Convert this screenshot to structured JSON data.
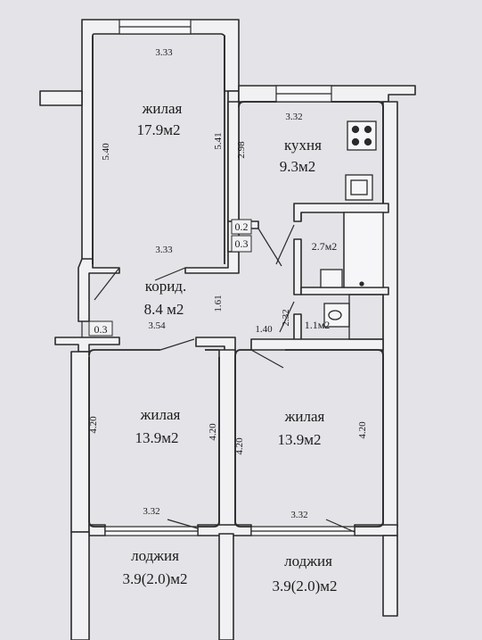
{
  "colors": {
    "paper": "#e4e3e7",
    "wall_fill": "#f1f0f3",
    "wall_stroke": "#2a2a2a",
    "ink": "#1c1c1c"
  },
  "rooms": {
    "living_top": {
      "name": "жилая",
      "area": "17.9м2",
      "dim_top": "3.33",
      "dim_bottom": "3.33",
      "dim_left": "5.40",
      "dim_right": "5.41"
    },
    "kitchen": {
      "name": "кухня",
      "area": "9.3м2",
      "dim_top": "3.32",
      "dim_left": "2.98"
    },
    "corridor": {
      "name": "корид.",
      "area": "8.4 м2",
      "dim_a": "3.54",
      "dim_b": "1.61",
      "dim_c": "1.40"
    },
    "niche_a": {
      "dim": "0.2"
    },
    "niche_b": {
      "dim": "0.3"
    },
    "niche_c": {
      "dim": "0.3"
    },
    "bath": {
      "area": "2.7м2"
    },
    "wc": {
      "area": "1.1м2",
      "dim": "2.32"
    },
    "living_left": {
      "name": "жилая",
      "area": "13.9м2",
      "dim_left": "4.20",
      "dim_right": "4.20",
      "dim_bottom": "3.32"
    },
    "living_right": {
      "name": "жилая",
      "area": "13.9м2",
      "dim_left": "4.20",
      "dim_right": "4.20",
      "dim_bottom": "3.32"
    },
    "loggia_left": {
      "name": "лоджия",
      "area": "3.9(2.0)м2"
    },
    "loggia_right": {
      "name": "лоджия",
      "area": "3.9(2.0)м2"
    }
  }
}
